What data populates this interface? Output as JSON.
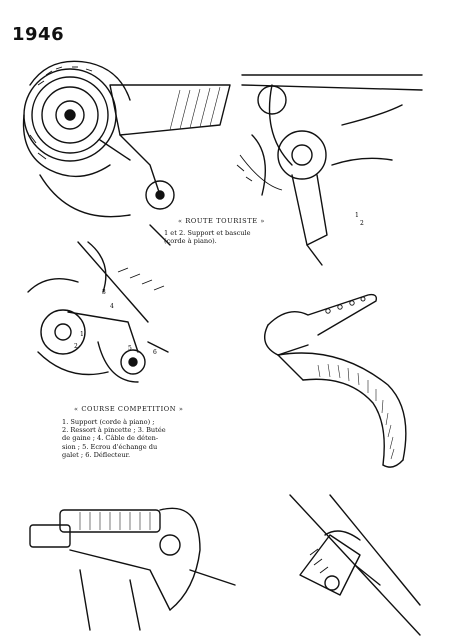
{
  "year": "1946",
  "route_touriste": {
    "title": "« ROUTE TOURISTE »",
    "text": "1 et 2. Support et bascule\n(corde à piano)."
  },
  "course_competition": {
    "title": "« COURSE COMPETITION »",
    "text": "1. Support (corde à piano) ;\n2. Ressort à pincette ; 3. Butée\nde gaine ; 4. Câble de déten-\nsion ; 5. Ecrou d'échange du\ngalet ; 6. Déflecteur."
  },
  "figure_labels": {
    "r1": "1",
    "r2": "2",
    "c1": "1",
    "c2": "2",
    "c3": "3",
    "c4": "4",
    "c5": "5",
    "c6": "6"
  }
}
